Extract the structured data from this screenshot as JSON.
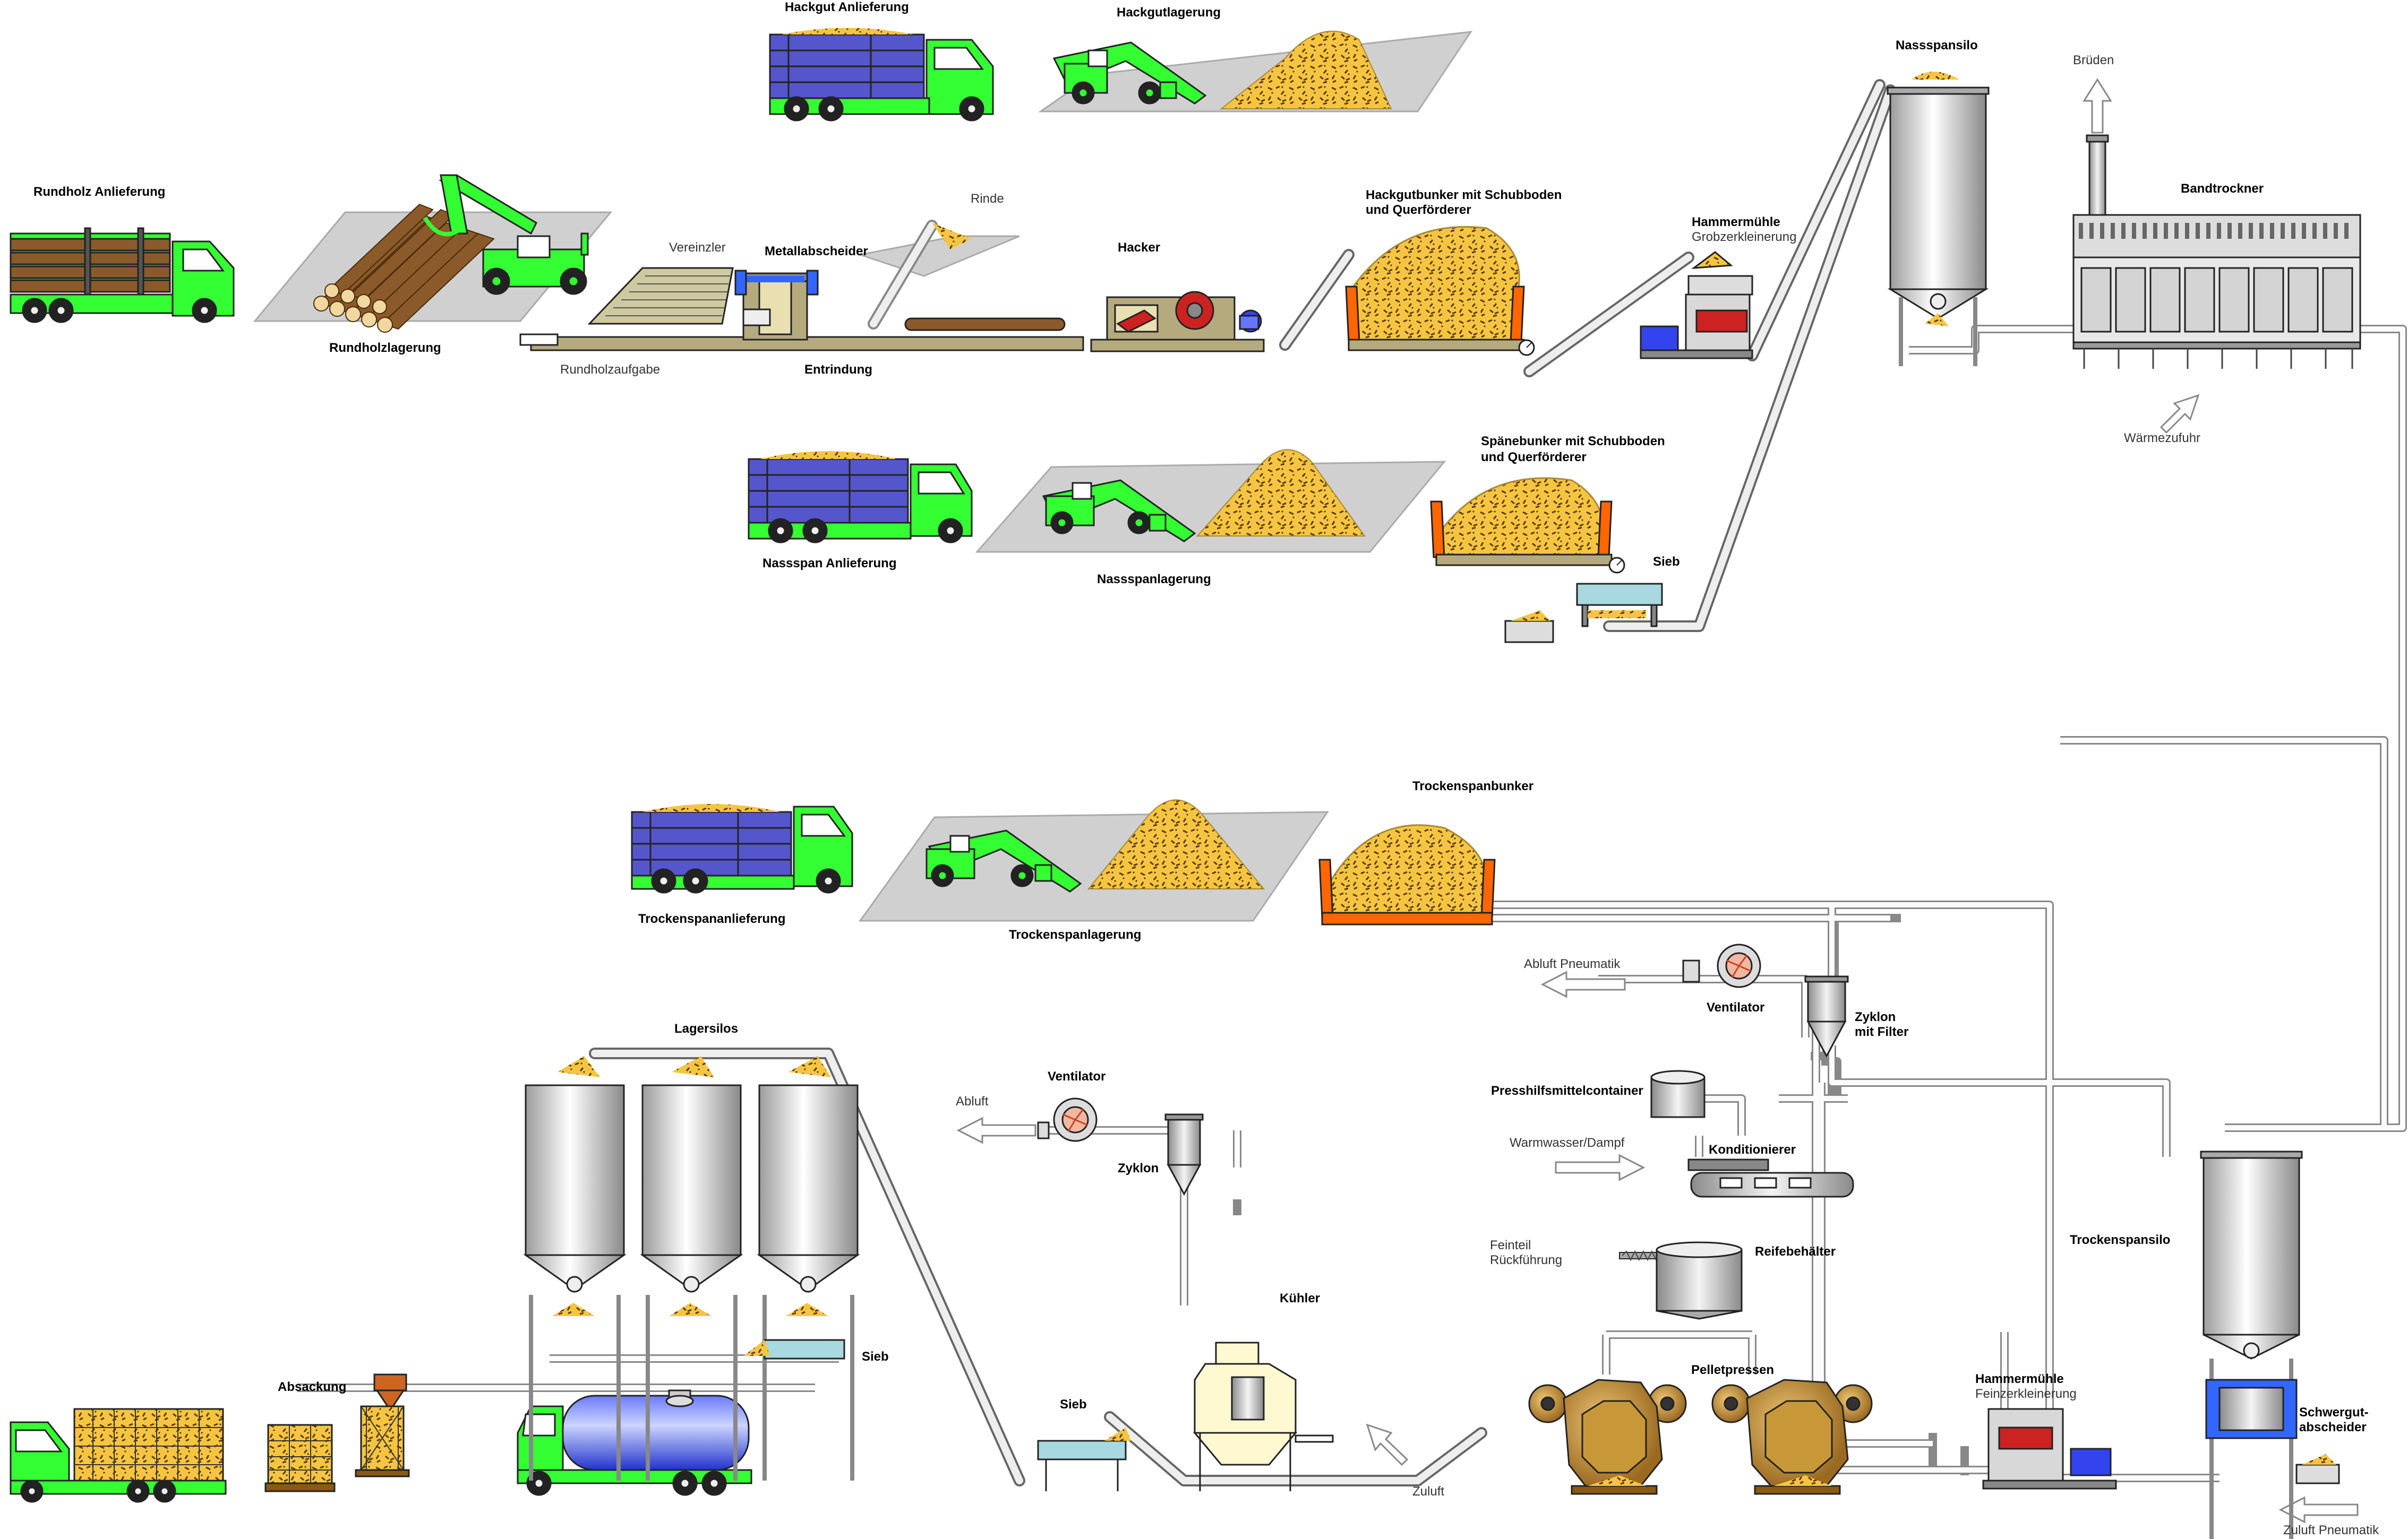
{
  "colors": {
    "truck_green": "#33ff33",
    "truck_cargo_blue": "#5555cc",
    "chips_yellow": "#f5c542",
    "bunker_orange": "#ff6600",
    "log_brown": "#8b5a2b",
    "silo_gray": "#c8c8c8",
    "pipe_gray": "#d9d9d9",
    "press_gold": "#d4a040",
    "separator_blue": "#3366ff",
    "tank_blue": "#3344ee"
  },
  "labels": {
    "rundholz_anlieferung": "Rundholz Anlieferung",
    "rundholzlagerung": "Rundholzlagerung",
    "rundholzaufgabe": "Rundholzaufgabe",
    "vereinzler": "Vereinzler",
    "metallabscheider": "Metallabscheider",
    "entrindung": "Entrindung",
    "rinde": "Rinde",
    "hacker": "Hacker",
    "hackgut_anlieferung": "Hackgut Anlieferung",
    "hackgutlagerung": "Hackgutlagerung",
    "hackgutbunker_1": "Hackgutbunker mit Schubboden",
    "hackgutbunker_2": "und Querförderer",
    "hammermuehle_1": "Hammermühle",
    "grobzerkleinerung": "Grobzerkleinerung",
    "nassspansilo": "Nassspansilo",
    "brueden": "Brüden",
    "bandtrockner": "Bandtrockner",
    "waermezufuhr": "Wärmezufuhr",
    "nassspan_anlieferung": "Nassspan Anlieferung",
    "nassspanlagerung": "Nassspanlagerung",
    "spaenebunker_1": "Spänebunker mit Schubboden",
    "spaenebunker_2": "und Querförderer",
    "sieb_1": "Sieb",
    "trockenspanbunker": "Trockenspanbunker",
    "trockenspananlieferung": "Trockenspananlieferung",
    "trockenspanlagerung": "Trockenspanlagerung",
    "abluft_pneumatik": "Abluft Pneumatik",
    "ventilator_1": "Ventilator",
    "zyklon_mit_filter_1": "Zyklon",
    "zyklon_mit_filter_2": "mit Filter",
    "presshilfsmittelcontainer": "Presshilfsmittelcontainer",
    "warmwasser_dampf": "Warmwasser/Dampf",
    "konditionierer": "Konditionierer",
    "feinteil": "Feinteil",
    "rueckfuehrung": "Rückführung",
    "reifebehaelter": "Reifebehälter",
    "pelletpressen": "Pelletpressen",
    "trockenspansilo": "Trockenspansilo",
    "hammermuehle_2": "Hammermühle",
    "feinzerkleinerung": "Feinzerkleinerung",
    "schwergut_1": "Schwergut-",
    "schwergut_2": "abscheider",
    "zuluft_pneumatik": "Zuluft Pneumatik",
    "lagersilos": "Lagersilos",
    "ventilator_2": "Ventilator",
    "abluft": "Abluft",
    "zyklon_2": "Zyklon",
    "kuehler": "Kühler",
    "sieb_2": "Sieb",
    "sieb_3": "Sieb",
    "zuluft": "Zuluft",
    "absackung": "Absackung"
  }
}
